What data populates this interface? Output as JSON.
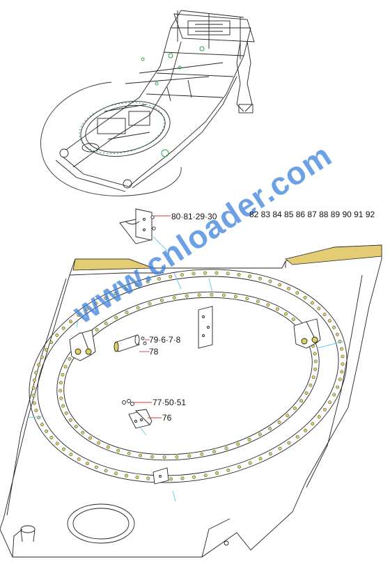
{
  "watermark": {
    "text": "www.cnloader.com",
    "color": "#3c82dc"
  },
  "callouts": [
    {
      "id": "c1",
      "text": "80·81·29·30"
    },
    {
      "id": "c2",
      "text": "82 83 84 85 86 87 88 89 90 91 92"
    },
    {
      "id": "c3",
      "text": "79·6·7·8"
    },
    {
      "id": "c4",
      "text": "78"
    },
    {
      "id": "c5",
      "text": "77·50·51"
    },
    {
      "id": "c6",
      "text": "76"
    }
  ],
  "colors": {
    "leader": "#e03030",
    "accent": "#d8c070",
    "bolt": "#e0d060",
    "guide": "#6fc8e8",
    "line": "#222222"
  }
}
